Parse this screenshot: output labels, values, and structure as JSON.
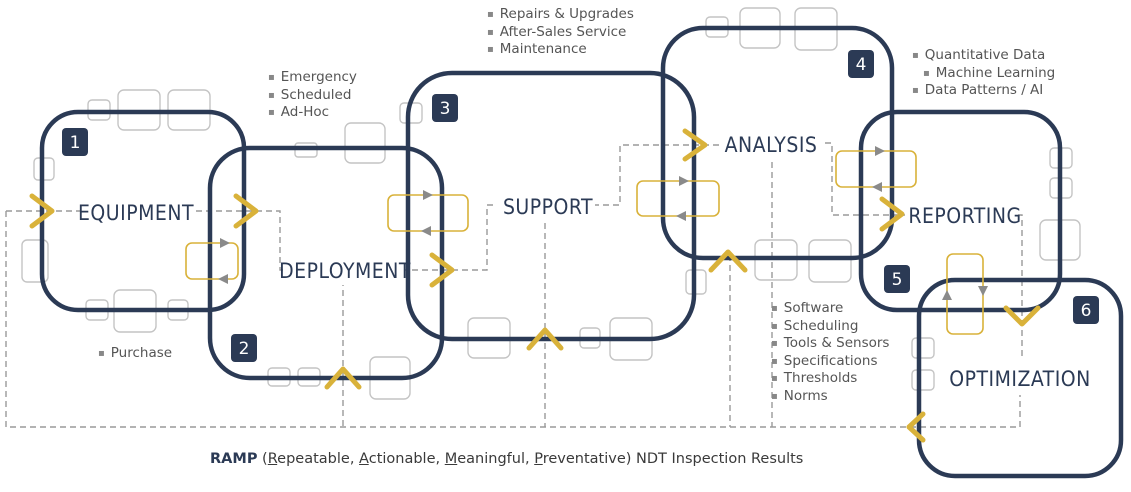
{
  "stages": [
    {
      "number": "1",
      "label": "EQUIPMENT"
    },
    {
      "number": "2",
      "label": "DEPLOYMENT"
    },
    {
      "number": "3",
      "label": "SUPPORT"
    },
    {
      "number": "4",
      "label": "ANALYSIS"
    },
    {
      "number": "5",
      "label": "REPORTING"
    },
    {
      "number": "6",
      "label": "OPTIMIZATION"
    }
  ],
  "notes": {
    "equipment": [
      "Purchase"
    ],
    "deployment": [
      "Emergency",
      "Scheduled",
      "Ad-Hoc"
    ],
    "support": [
      "Repairs & Upgrades",
      "After-Sales Service",
      "Maintenance"
    ],
    "reporting": [
      "Quantitative Data",
      "Machine Learning",
      "Data Patterns / AI"
    ],
    "analysis": [
      "Software",
      "Scheduling",
      "Tools & Sensors",
      "Specifications",
      "Thresholds",
      "Norms"
    ]
  },
  "caption": {
    "bold": "RAMP",
    "open": " (",
    "r_initial": "R",
    "r_rest": "epeatable, ",
    "a_initial": "A",
    "a_rest": "ctionable, ",
    "m_initial": "M",
    "m_rest": "eaningful, ",
    "p_initial": "P",
    "p_rest": "reventative) NDT Inspection Results"
  },
  "colors": {
    "navy": "#2b3a55",
    "gold": "#d9b23a",
    "gray": "#9a9a9a",
    "light_gray": "#c4c4c4"
  }
}
